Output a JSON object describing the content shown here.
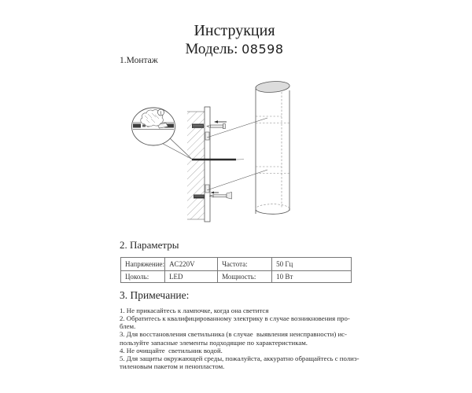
{
  "header": {
    "title": "Инструкция",
    "model_label": "Модель:",
    "model_number": "08598"
  },
  "sections": {
    "montage_heading": "1.Монтаж",
    "parameters_heading": "2. Параметры",
    "notes_heading": "3. Примечание:"
  },
  "diagram": {
    "description": "wall-mounting-of-cylindrical-wall-lamp",
    "callout_number": "1"
  },
  "parameters_table": {
    "rows": [
      {
        "cells": [
          "Напряжение:",
          "AC220V",
          "Частота:",
          "50 Гц"
        ]
      },
      {
        "cells": [
          "Цоколь:",
          "LED",
          "Мощность:",
          "10 Вт"
        ]
      }
    ]
  },
  "notes": {
    "lines": [
      "1. Не прикасайтесь к лампочке, когда она светится",
      "2. Обратитесь к квалифицированному электрику в случае возникновения про-",
      "блем.",
      "3. Для восстановления светильника (в случае  выявления неисправности) ис-",
      "пользуйте запасные элементы подходящие по характеристикам.",
      "4. Не очищайте  светильник водой.",
      "5. Для защиты окружающей среды, пожалуйста, аккуратно обращайтесь с полиэ-",
      "тиленовым пакетом и пенопластом."
    ]
  },
  "colors": {
    "text": "#262626",
    "line_art": "#555555",
    "table_border": "#777777",
    "lamp_top_fill": "#dcdcdc"
  }
}
